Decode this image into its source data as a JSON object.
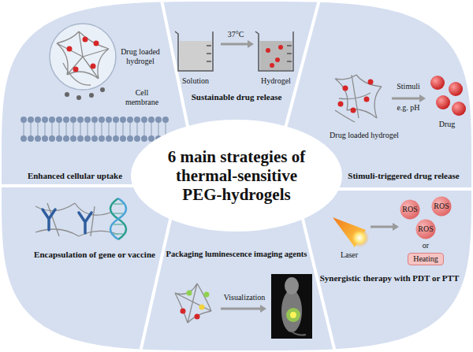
{
  "diagram": {
    "nodes": [
      {
        "text": [
          "Enhanced cellular uptake"
        ]
      },
      {
        "text": [
          "Sustainable drug release"
        ]
      },
      {
        "text": [
          "Stimuli-triggered drug release"
        ]
      },
      {
        "text": [
          "6 main strategies of thermal-sensitive PEG-hydrogels"
        ]
      },
      {
        "text": [
          "Encapsulation of gene or vaccine"
        ]
      },
      {
        "text": [
          "Packaging luminescence imaging agents"
        ]
      },
      {
        "text": [
          "Synergistic therapy with PDT or PTT"
        ]
      },
      {
        "text": [
          "ROS"
        ],
        "in": 6
      },
      {
        "text": [
          "ROS"
        ],
        "in": 6
      },
      {
        "text": [
          "ROS"
        ],
        "in": 6
      },
      {
        "text": [
          "Heating"
        ],
        "in": 6
      }
    ],
    "labels": [
      "Drug loaded hydrogel",
      "Cell membrane",
      "37°C",
      "Solution",
      "Hydrogel",
      "Stimuli",
      "e.g. pH",
      "Drug loaded hydrogel",
      "Drug",
      "Visualization",
      "Laser",
      "or"
    ]
  }
}
